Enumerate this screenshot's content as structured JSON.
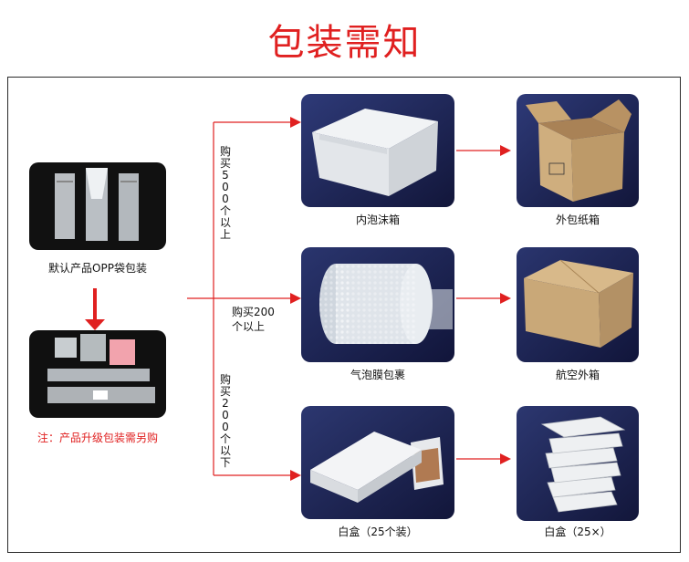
{
  "page_title": "包装需知",
  "left": {
    "opp_caption": "默认产品OPP袋包装",
    "upgrade_note": "注：产品升级包装需另购"
  },
  "branches": {
    "top_condition": "购买500个以上",
    "mid_condition_line1": "购买200",
    "mid_condition_line2": "个以上",
    "bottom_condition": "购买200个以下"
  },
  "items": {
    "foam_box": "内泡沫箱",
    "outer_carton": "外包纸箱",
    "bubble_wrap": "气泡膜包裹",
    "air_carton": "航空外箱",
    "white_box_single": "白盒（25个装）",
    "white_box_stack": "白盒（25×）"
  },
  "colors": {
    "accent_red": "#e02020",
    "photo_bg": "#1a1f4a",
    "carton": "#c8a878"
  }
}
